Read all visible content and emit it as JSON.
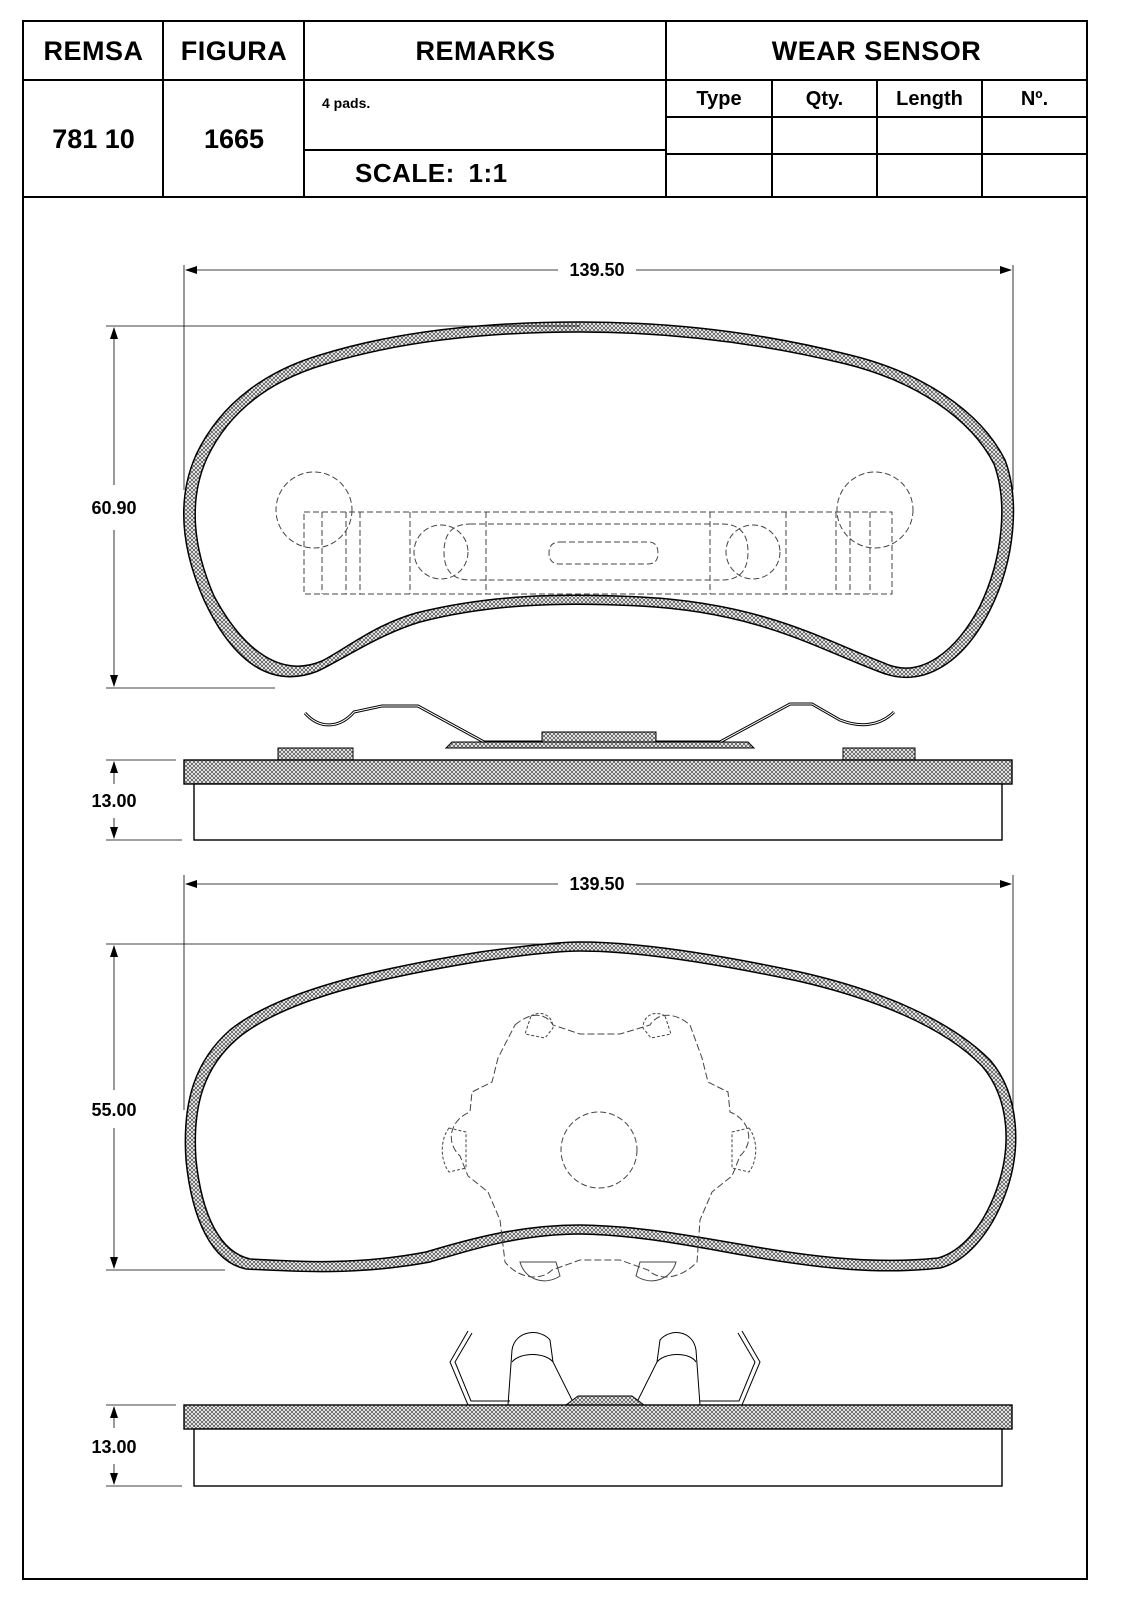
{
  "header": {
    "col_remsa": "REMSA",
    "col_figura": "FIGURA",
    "col_remarks": "REMARKS",
    "col_wear_sensor": "WEAR SENSOR",
    "remsa_value": "781 10",
    "figura_value": "1665",
    "remarks_text": "4 pads.",
    "scale_label": "SCALE:",
    "scale_value": "1:1",
    "sensor_columns": [
      "Type",
      "Qty.",
      "Length",
      "Nº."
    ]
  },
  "dimensions": {
    "top_width": "139.50",
    "top_height": "60.90",
    "top_thickness": "13.00",
    "bottom_width": "139.50",
    "bottom_height": "55.00",
    "bottom_thickness": "13.00"
  },
  "colors": {
    "line": "#000000",
    "hatch": "#555555",
    "dashed": "#444444"
  }
}
